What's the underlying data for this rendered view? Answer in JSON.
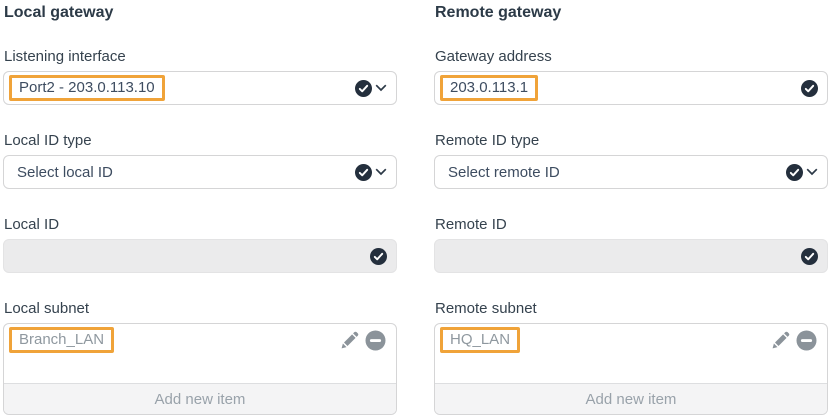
{
  "colors": {
    "heading_text": "#2c3a47",
    "label_text": "#35424e",
    "value_text": "#3d4c60",
    "muted_text": "#8f989f",
    "annotation_orange": "#f0a339",
    "check_circle_fill": "#242f3d",
    "icon_gray": "#8b939a",
    "disabled_bg": "#ebebec",
    "footer_bg": "#f4f4f5",
    "border": "#d5d5d6"
  },
  "icons": {
    "check_circle": "check-circle-icon",
    "chevron_down": "chevron-down-icon",
    "pencil": "pencil-icon",
    "minus_circle": "minus-circle-icon"
  },
  "local_gateway": {
    "heading": "Local gateway",
    "listening_interface": {
      "label": "Listening interface",
      "value": "Port2 - 203.0.113.10"
    },
    "local_id_type": {
      "label": "Local ID type",
      "value": "Select local ID"
    },
    "local_id": {
      "label": "Local ID",
      "value": ""
    },
    "local_subnet": {
      "label": "Local subnet",
      "item": "Branch_LAN",
      "add_button": "Add new item"
    }
  },
  "remote_gateway": {
    "heading": "Remote gateway",
    "gateway_address": {
      "label": "Gateway address",
      "value": "203.0.113.1"
    },
    "remote_id_type": {
      "label": "Remote ID type",
      "value": "Select remote ID"
    },
    "remote_id": {
      "label": "Remote ID",
      "value": ""
    },
    "remote_subnet": {
      "label": "Remote subnet",
      "item": "HQ_LAN",
      "add_button": "Add new item"
    }
  }
}
